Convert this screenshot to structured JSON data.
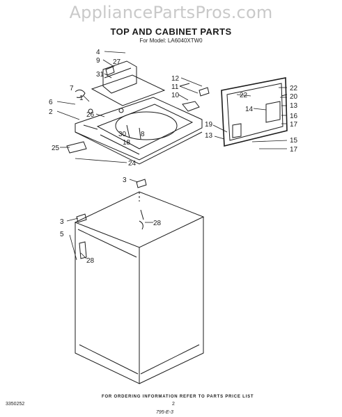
{
  "watermark": "AppliancePartsPros.com",
  "title": "TOP AND CABINET PARTS",
  "subtitle": "For Model: LA6040XTW0",
  "callouts": [
    {
      "id": "c-4",
      "label": "4"
    },
    {
      "id": "c-9",
      "label": "9"
    },
    {
      "id": "c-27",
      "label": "27"
    },
    {
      "id": "c-31",
      "label": "31"
    },
    {
      "id": "c-7",
      "label": "7"
    },
    {
      "id": "c-6",
      "label": "6"
    },
    {
      "id": "c-1",
      "label": "1"
    },
    {
      "id": "c-2",
      "label": "2"
    },
    {
      "id": "c-26",
      "label": "26"
    },
    {
      "id": "c-30",
      "label": "30"
    },
    {
      "id": "c-8",
      "label": "8"
    },
    {
      "id": "c-18",
      "label": "18"
    },
    {
      "id": "c-25",
      "label": "25"
    },
    {
      "id": "c-24",
      "label": "24"
    },
    {
      "id": "c-12",
      "label": "12"
    },
    {
      "id": "c-11",
      "label": "11"
    },
    {
      "id": "c-10",
      "label": "10"
    },
    {
      "id": "c-22a",
      "label": "22"
    },
    {
      "id": "c-22b",
      "label": "22"
    },
    {
      "id": "c-20",
      "label": "20"
    },
    {
      "id": "c-13a",
      "label": "13"
    },
    {
      "id": "c-14",
      "label": "14"
    },
    {
      "id": "c-16",
      "label": "16"
    },
    {
      "id": "c-17a",
      "label": "17"
    },
    {
      "id": "c-19",
      "label": "19"
    },
    {
      "id": "c-13b",
      "label": "13"
    },
    {
      "id": "c-15",
      "label": "15"
    },
    {
      "id": "c-17b",
      "label": "17"
    },
    {
      "id": "c-3a",
      "label": "3"
    },
    {
      "id": "c-28a",
      "label": "28"
    },
    {
      "id": "c-3b",
      "label": "3"
    },
    {
      "id": "c-5",
      "label": "5"
    },
    {
      "id": "c-28b",
      "label": "28"
    }
  ],
  "footer": {
    "ordering_note": "FOR ORDERING INFORMATION REFER TO PARTS PRICE LIST",
    "doc_number": "3350252",
    "page_number": "2",
    "handwritten": "795-E-3"
  }
}
